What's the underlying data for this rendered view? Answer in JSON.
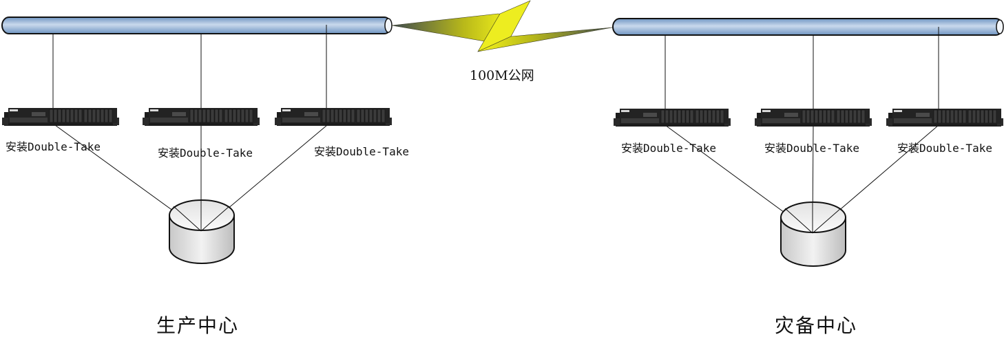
{
  "diagram": {
    "wan_link": {
      "label": "100M公网",
      "icon": "lightning-bolt-icon"
    },
    "sites": [
      {
        "name": "生产中心",
        "network_bus": "ethernet-bus-icon",
        "storage": "shared-disk-icon",
        "servers": [
          {
            "label": "安装Double-Take"
          },
          {
            "label": "安装Double-Take"
          },
          {
            "label": "安装Double-Take"
          }
        ]
      },
      {
        "name": "灾备中心",
        "network_bus": "ethernet-bus-icon",
        "storage": "shared-disk-icon",
        "servers": [
          {
            "label": "安装Double-Take"
          },
          {
            "label": "安装Double-Take"
          },
          {
            "label": "安装Double-Take"
          }
        ]
      }
    ],
    "colors": {
      "bus_fill": "#8fb0d6",
      "bus_highlight": "#c9d9ec",
      "bolt_fill": "#f3f31a",
      "bolt_dark": "#6b6a20",
      "disk_fill": "#e4e4e4",
      "server_body": "#1e1e1e"
    }
  }
}
